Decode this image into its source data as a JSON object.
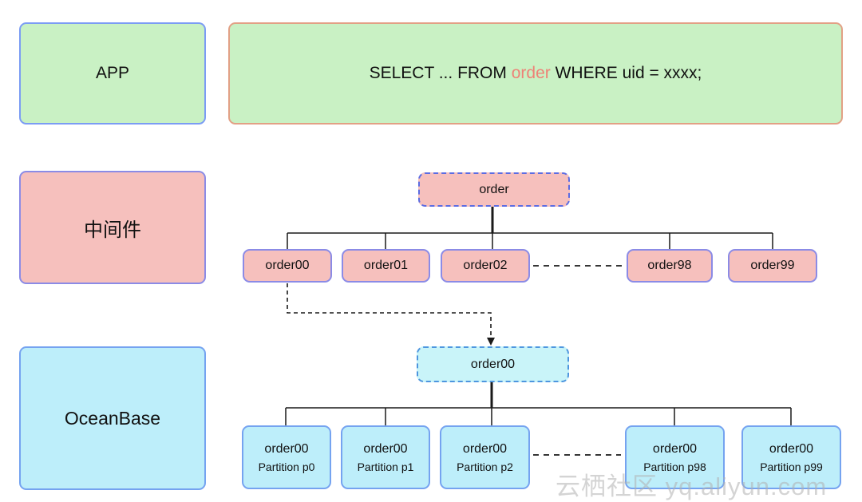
{
  "layers": {
    "app": {
      "label": "APP"
    },
    "middleware": {
      "label": "中间件"
    },
    "oceanbase": {
      "label": "OceanBase"
    }
  },
  "query": {
    "prefix": "SELECT ... FROM ",
    "highlight": "order",
    "suffix": " WHERE uid = xxxx;"
  },
  "logical_table": {
    "label": "order"
  },
  "shards": [
    {
      "label": "order00"
    },
    {
      "label": "order01"
    },
    {
      "label": "order02"
    },
    {
      "label": "order98"
    },
    {
      "label": "order99"
    }
  ],
  "physical_table": {
    "label": "order00"
  },
  "partitions": [
    {
      "name": "order00",
      "partition": "Partition p0"
    },
    {
      "name": "order00",
      "partition": "Partition p1"
    },
    {
      "name": "order00",
      "partition": "Partition p2"
    },
    {
      "name": "order00",
      "partition": "Partition p98"
    },
    {
      "name": "order00",
      "partition": "Partition p99"
    }
  ],
  "watermark": {
    "text": "云栖社区 yq.aliyun.com"
  },
  "colors": {
    "green_fill": "#c9f1c4",
    "blue_border": "#7b9cf4",
    "salmon_border": "#e2a085",
    "pink_fill": "#f6c0bd",
    "purple_border": "#8b8be6",
    "pink_dashed_border": "#5c6ce2",
    "cyan_fill": "#bdeefa",
    "cyan_border": "#75a3f0",
    "cyan_dashed_border": "#4e96df",
    "query_highlight": "#ee8277",
    "wire_color": "#1a1a1a"
  }
}
